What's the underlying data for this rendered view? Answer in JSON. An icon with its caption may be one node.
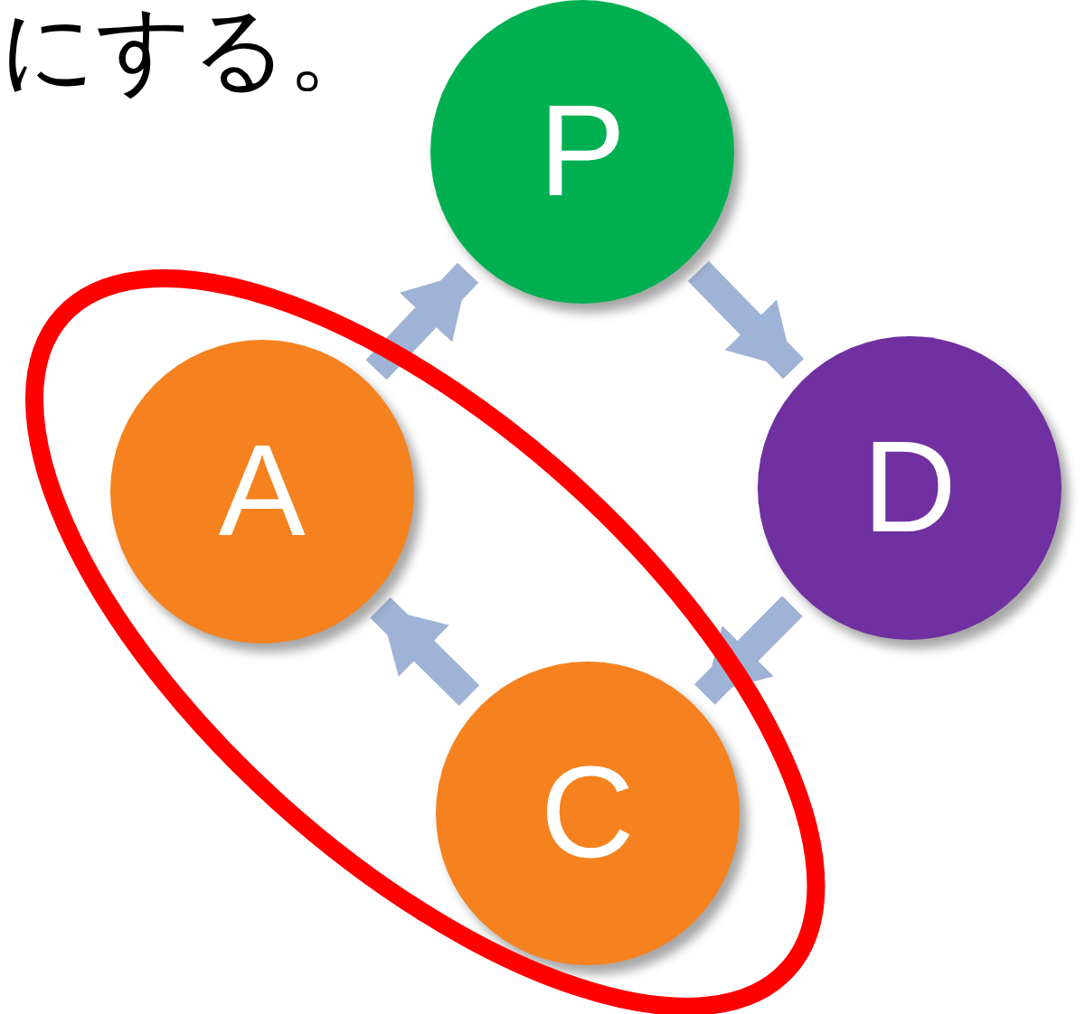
{
  "diagram": {
    "nodes": [
      {
        "text": [],
        "shape": "ellipse"
      },
      {
        "text": [
          "P"
        ]
      },
      {
        "text": [
          "A"
        ],
        "in": 0
      },
      {
        "text": [
          "D"
        ]
      },
      {
        "text": [
          "C"
        ],
        "in": 0
      }
    ],
    "edges": [
      {
        "from": 2,
        "to": 1,
        "arrow": "to"
      },
      {
        "from": 1,
        "to": 3,
        "arrow": "to"
      },
      {
        "from": 3,
        "to": 4,
        "arrow": "to"
      },
      {
        "from": 4,
        "to": 2,
        "arrow": "to"
      }
    ],
    "labels": [
      "にする。"
    ]
  }
}
